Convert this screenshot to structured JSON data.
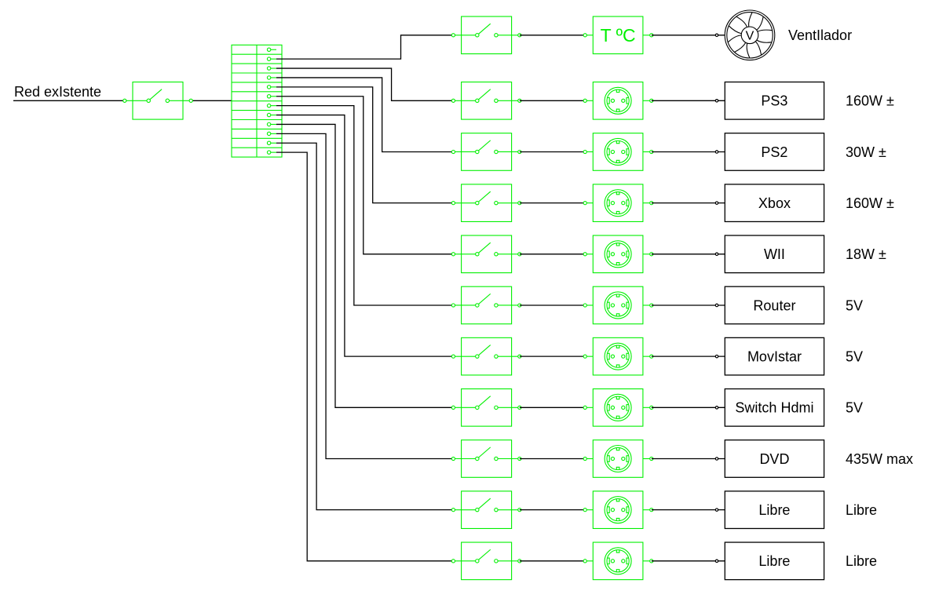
{
  "diagram": {
    "source_label": "Red exIstente",
    "thermostat_label": "T ºC",
    "fan_hub_label": "V",
    "colors": {
      "symbol_green": "#00f000",
      "wire_black": "#000000",
      "text_black": "#000000",
      "background": "#ffffff"
    },
    "terminal_block": {
      "rows": 12
    },
    "rows": [
      {
        "device": "VentIlador",
        "rating": "",
        "control": "thermostat",
        "output": "fan"
      },
      {
        "device": "PS3",
        "rating": "160W ±",
        "control": "socket",
        "output": "box"
      },
      {
        "device": "PS2",
        "rating": "30W ±",
        "control": "socket",
        "output": "box"
      },
      {
        "device": "Xbox",
        "rating": "160W ±",
        "control": "socket",
        "output": "box"
      },
      {
        "device": "WII",
        "rating": "18W ±",
        "control": "socket",
        "output": "box"
      },
      {
        "device": "Router",
        "rating": "5V",
        "control": "socket",
        "output": "box"
      },
      {
        "device": "MovIstar",
        "rating": "5V",
        "control": "socket",
        "output": "box"
      },
      {
        "device": "Switch Hdmi",
        "rating": "5V",
        "control": "socket",
        "output": "box"
      },
      {
        "device": "DVD",
        "rating": "435W max",
        "control": "socket",
        "output": "box"
      },
      {
        "device": "Libre",
        "rating": "Libre",
        "control": "socket",
        "output": "box"
      },
      {
        "device": "Libre",
        "rating": "Libre",
        "control": "socket",
        "output": "box"
      }
    ]
  }
}
